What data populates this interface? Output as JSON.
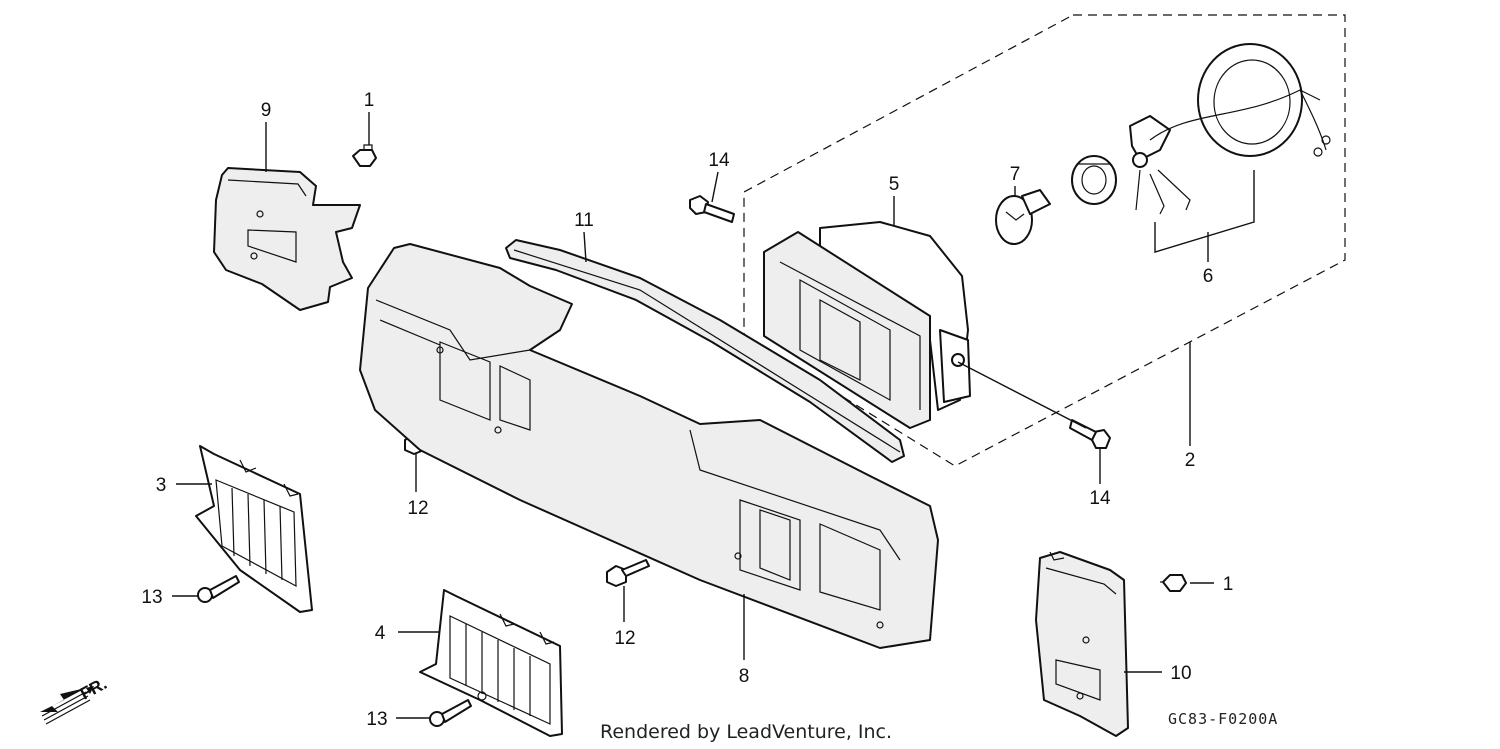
{
  "callouts": [
    {
      "id": "c-1-top",
      "label": "1"
    },
    {
      "id": "c-9",
      "label": "9"
    },
    {
      "id": "c-14-top",
      "label": "14"
    },
    {
      "id": "c-11",
      "label": "11"
    },
    {
      "id": "c-5",
      "label": "5"
    },
    {
      "id": "c-7",
      "label": "7"
    },
    {
      "id": "c-6",
      "label": "6"
    },
    {
      "id": "c-2",
      "label": "2"
    },
    {
      "id": "c-14-right",
      "label": "14"
    },
    {
      "id": "c-12-left",
      "label": "12"
    },
    {
      "id": "c-3",
      "label": "3"
    },
    {
      "id": "c-13-left",
      "label": "13"
    },
    {
      "id": "c-4",
      "label": "4"
    },
    {
      "id": "c-13-bottom",
      "label": "13"
    },
    {
      "id": "c-12-bottom",
      "label": "12"
    },
    {
      "id": "c-8",
      "label": "8"
    },
    {
      "id": "c-1-right",
      "label": "1"
    },
    {
      "id": "c-10",
      "label": "10"
    }
  ],
  "direction_label": "FR.",
  "footer_credit": "Rendered by LeadVenture, Inc.",
  "diagram_code": "GC83-F0200A",
  "colors": {
    "ink": "#111111",
    "paper": "#ffffff",
    "shade": "#eeeeee"
  }
}
